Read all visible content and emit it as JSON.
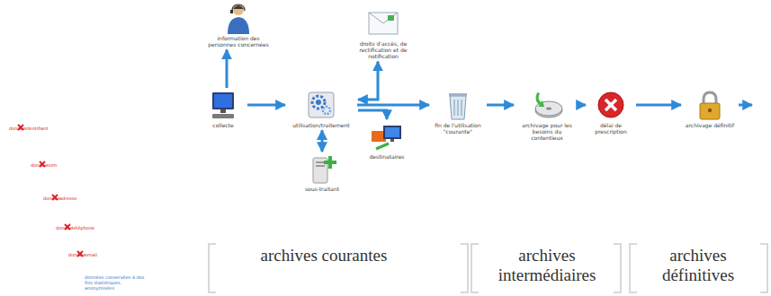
{
  "diagram": {
    "nodes": [
      {
        "text": [
          "information des personnes concernées"
        ]
      },
      {
        "text": [
          "collecte"
        ]
      },
      {
        "text": [
          "utilisation/traitement"
        ]
      },
      {
        "text": [
          "sous-traitant"
        ]
      },
      {
        "text": [
          "droits d'accès, de rectification et de notification"
        ]
      },
      {
        "text": [
          "destinataires"
        ]
      },
      {
        "text": [
          "fin de l'utilisation \"courante\""
        ]
      },
      {
        "text": [
          "archivage pour les besoins du contentieux"
        ]
      },
      {
        "text": [
          "délai de prescription"
        ]
      },
      {
        "text": [
          "archivage définitif"
        ]
      }
    ],
    "edges": [
      {
        "from": 1,
        "to": 2,
        "arrow": "to"
      },
      {
        "from": 1,
        "to": 0,
        "arrow": "to"
      },
      {
        "from": 2,
        "to": 3,
        "arrow": "both"
      },
      {
        "from": 2,
        "to": 6,
        "arrow": "to"
      },
      {
        "from": 2,
        "to": 4,
        "arrow": "both"
      },
      {
        "from": 2,
        "to": 5,
        "arrow": "to"
      },
      {
        "from": 6,
        "to": 7,
        "arrow": "to"
      },
      {
        "from": 7,
        "to": 8,
        "arrow": "to"
      },
      {
        "from": 8,
        "to": 9,
        "arrow": "to"
      }
    ],
    "labels": [
      "archives courantes",
      "archives intermédiaires",
      "archives définitives",
      "donnée",
      "identifiant",
      "donnée",
      "nom",
      "donnée",
      "adresse",
      "donnée",
      "téléphone",
      "donnée",
      "email",
      "données conservées à des fins statistiques, anonymisées"
    ]
  }
}
